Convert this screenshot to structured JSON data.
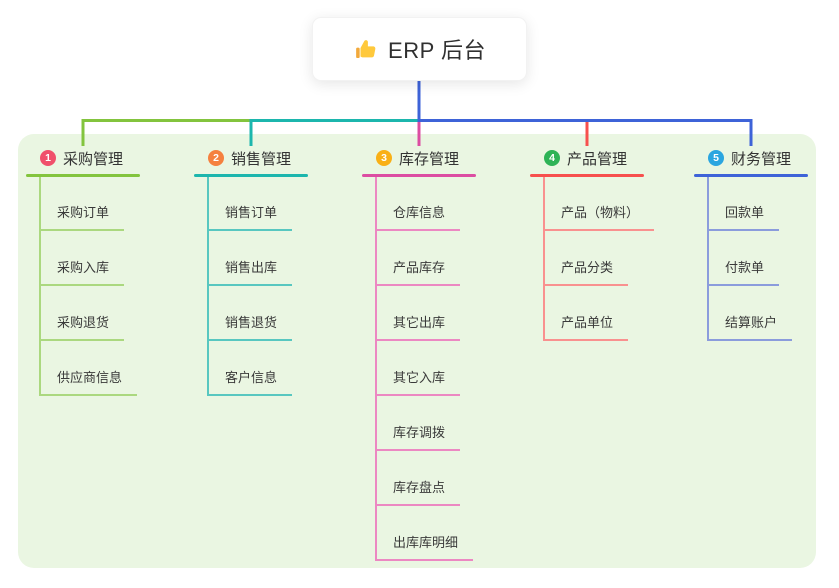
{
  "root": {
    "title": "ERP 后台",
    "icon": "thumbs-up-icon"
  },
  "panel": {
    "bg": "#EAF6E2"
  },
  "branches": [
    {
      "num": "1",
      "label": "采购管理",
      "badge_color": "#F0506B",
      "line_color": "#83C43E",
      "child_line_color": "#ABD87F",
      "children": [
        "采购订单",
        "采购入库",
        "采购退货",
        "供应商信息"
      ]
    },
    {
      "num": "2",
      "label": "销售管理",
      "badge_color": "#F5813F",
      "line_color": "#1CB6AD",
      "child_line_color": "#58C7C0",
      "children": [
        "销售订单",
        "销售出库",
        "销售退货",
        "客户信息"
      ]
    },
    {
      "num": "3",
      "label": "库存管理",
      "badge_color": "#F9B016",
      "line_color": "#DC4DA2",
      "child_line_color": "#EC88C2",
      "children": [
        "仓库信息",
        "产品库存",
        "其它出库",
        "其它入库",
        "库存调拨",
        "库存盘点",
        "出库库明细"
      ]
    },
    {
      "num": "4",
      "label": "产品管理",
      "badge_color": "#2EB356",
      "line_color": "#F7504E",
      "child_line_color": "#F9918F",
      "children": [
        "产品（物料）",
        "产品分类",
        "产品单位"
      ]
    },
    {
      "num": "5",
      "label": "财务管理",
      "badge_color": "#2BA6E0",
      "line_color": "#3E63D8",
      "child_line_color": "#8B9CDC",
      "children": [
        "回款单",
        "付款单",
        "结算账户"
      ]
    }
  ]
}
